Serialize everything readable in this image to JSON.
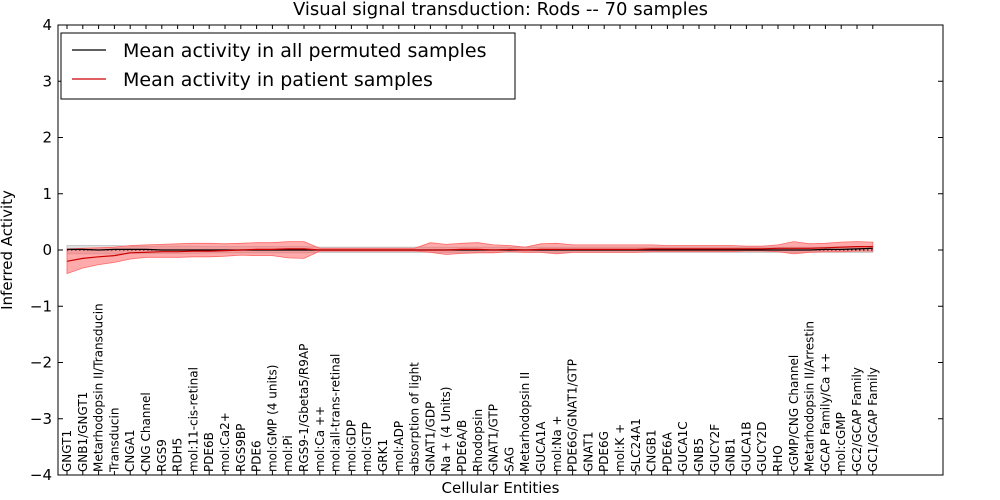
{
  "chart_data": {
    "type": "line",
    "title": "Visual signal transduction: Rods -- 70 samples",
    "xlabel": "Cellular Entities",
    "ylabel": "Inferred Activity",
    "ylim": [
      -4,
      4
    ],
    "yticks": [
      -4,
      -3,
      -2,
      -1,
      0,
      1,
      2,
      3,
      4
    ],
    "legend_position": "top-left",
    "categories": [
      "GNGT1",
      "GNB1/GNGT1",
      "Metarhodopsin II/Transducin",
      "Transducin",
      "CNGA1",
      "CNG Channel",
      "RGS9",
      "RDH5",
      "mol:11-cis-retinal",
      "PDE6B",
      "mol:Ca2+",
      "RGS9BP",
      "PDE6",
      "mol:GMP (4 units)",
      "mol:Pi",
      "RGS9-1/Gbeta5/R9AP",
      "mol:Ca ++",
      "mol:all-trans-retinal",
      "mol:GDP",
      "mol:GTP",
      "GRK1",
      "mol:ADP",
      "absorption of light",
      "GNAT1/GDP",
      "Na + (4 Units)",
      "PDE6A/B",
      "Rhodopsin",
      "GNAT1/GTP",
      "SAG",
      "Metarhodopsin II",
      "GUCA1A",
      "mol:Na +",
      "PDE6G/GNAT1/GTP",
      "GNAT1",
      "PDE6G",
      "mol:K +",
      "SLC24A1",
      "CNGB1",
      "PDE6A",
      "GUCA1C",
      "GNB5",
      "GUCY2F",
      "GNB1",
      "GUCA1B",
      "GUCY2D",
      "RHO",
      "cGMP/CNG Channel",
      "Metarhodopsin II/Arrestin",
      "GCAP Family/Ca ++",
      "mol:cGMP",
      "GC2/GCAP Family",
      "GC1/GCAP Family"
    ],
    "series": [
      {
        "name": "Mean activity in all permuted samples",
        "color": "#000000",
        "band_color": "#bbbbbb",
        "values": [
          0.01,
          0.01,
          0.0,
          0.01,
          0.01,
          0.01,
          0.0,
          0.0,
          0.0,
          0.0,
          0.0,
          0.0,
          0.0,
          0.0,
          0.0,
          0.0,
          0.0,
          0.0,
          0.0,
          0.0,
          0.0,
          0.0,
          0.0,
          0.0,
          0.0,
          0.0,
          0.0,
          0.0,
          0.0,
          0.0,
          0.0,
          0.0,
          0.0,
          0.0,
          0.0,
          0.0,
          0.0,
          0.0,
          0.0,
          0.0,
          0.0,
          0.0,
          0.0,
          0.0,
          0.0,
          0.0,
          0.0,
          0.0,
          0.01,
          0.01,
          0.02,
          0.03
        ],
        "lower": [
          -0.07,
          -0.07,
          -0.07,
          -0.07,
          -0.06,
          -0.06,
          -0.06,
          -0.06,
          -0.06,
          -0.05,
          -0.05,
          -0.05,
          -0.05,
          -0.05,
          -0.05,
          -0.05,
          -0.04,
          -0.04,
          -0.04,
          -0.04,
          -0.04,
          -0.04,
          -0.04,
          -0.04,
          -0.04,
          -0.04,
          -0.04,
          -0.04,
          -0.04,
          -0.04,
          -0.04,
          -0.04,
          -0.04,
          -0.04,
          -0.04,
          -0.04,
          -0.04,
          -0.04,
          -0.04,
          -0.04,
          -0.04,
          -0.04,
          -0.04,
          -0.04,
          -0.04,
          -0.04,
          -0.04,
          -0.04,
          -0.04,
          -0.04,
          -0.04,
          -0.04
        ],
        "upper": [
          0.08,
          0.08,
          0.08,
          0.08,
          0.07,
          0.07,
          0.07,
          0.07,
          0.07,
          0.06,
          0.06,
          0.06,
          0.06,
          0.06,
          0.06,
          0.06,
          0.05,
          0.05,
          0.05,
          0.05,
          0.05,
          0.05,
          0.05,
          0.05,
          0.05,
          0.05,
          0.05,
          0.05,
          0.05,
          0.05,
          0.05,
          0.05,
          0.05,
          0.05,
          0.05,
          0.05,
          0.05,
          0.05,
          0.05,
          0.05,
          0.05,
          0.05,
          0.05,
          0.05,
          0.05,
          0.05,
          0.05,
          0.05,
          0.05,
          0.06,
          0.06,
          0.06
        ]
      },
      {
        "name": "Mean activity in patient samples",
        "color": "#cc0000",
        "band_color": "#ff6666",
        "values": [
          -0.2,
          -0.15,
          -0.12,
          -0.1,
          -0.05,
          -0.04,
          -0.03,
          -0.03,
          -0.02,
          -0.02,
          -0.01,
          0.0,
          0.01,
          0.01,
          0.02,
          0.02,
          0.0,
          0.0,
          0.0,
          0.0,
          0.0,
          0.0,
          0.0,
          0.0,
          0.0,
          0.01,
          0.01,
          0.0,
          0.01,
          0.0,
          0.01,
          0.01,
          0.01,
          0.01,
          0.01,
          0.01,
          0.01,
          0.02,
          0.02,
          0.02,
          0.02,
          0.02,
          0.02,
          0.02,
          0.02,
          0.03,
          0.03,
          0.03,
          0.04,
          0.05,
          0.06,
          0.06
        ],
        "lower": [
          -0.42,
          -0.32,
          -0.26,
          -0.22,
          -0.16,
          -0.13,
          -0.13,
          -0.13,
          -0.12,
          -0.12,
          -0.11,
          -0.09,
          -0.1,
          -0.1,
          -0.14,
          -0.15,
          -0.02,
          -0.02,
          -0.02,
          -0.02,
          -0.02,
          -0.02,
          -0.02,
          -0.04,
          -0.08,
          -0.06,
          -0.05,
          -0.05,
          -0.03,
          -0.04,
          -0.04,
          -0.07,
          -0.04,
          -0.04,
          -0.04,
          -0.04,
          -0.04,
          -0.03,
          -0.03,
          -0.03,
          -0.03,
          -0.03,
          -0.03,
          -0.02,
          -0.02,
          -0.03,
          -0.07,
          -0.04,
          -0.03,
          -0.03,
          -0.02,
          -0.02
        ],
        "upper": [
          0.02,
          0.03,
          0.04,
          0.05,
          0.08,
          0.09,
          0.1,
          0.11,
          0.12,
          0.12,
          0.11,
          0.12,
          0.13,
          0.13,
          0.15,
          0.15,
          0.03,
          0.03,
          0.03,
          0.03,
          0.03,
          0.03,
          0.03,
          0.13,
          0.1,
          0.12,
          0.13,
          0.09,
          0.08,
          0.05,
          0.11,
          0.12,
          0.09,
          0.09,
          0.09,
          0.09,
          0.09,
          0.09,
          0.08,
          0.08,
          0.08,
          0.08,
          0.08,
          0.07,
          0.07,
          0.09,
          0.15,
          0.11,
          0.12,
          0.14,
          0.15,
          0.14
        ]
      }
    ],
    "zero_line_style": "dotted"
  }
}
